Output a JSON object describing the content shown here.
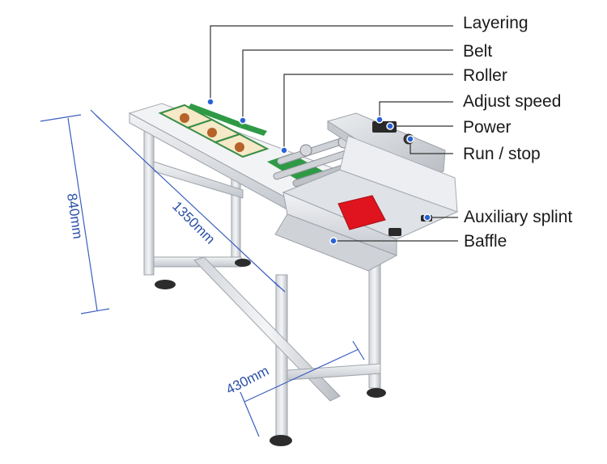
{
  "callouts": {
    "layering": "Layering",
    "belt": "Belt",
    "roller": "Roller",
    "adjust_speed": "Adjust speed",
    "power": "Power",
    "run_stop": "Run / stop",
    "auxiliary_splint": "Auxiliary splint",
    "baffle": "Baffle"
  },
  "dimensions": {
    "height": "840mm",
    "length": "1350mm",
    "width": "430mm"
  },
  "colors": {
    "dimension_line": "#3b5fc0",
    "callout_line": "#333333",
    "callout_dot": "#2a62d6",
    "steel_light": "#e9ebee",
    "steel_mid": "#c9cdd3",
    "steel_dark": "#9ea3aa",
    "red_block": "#e0141e",
    "green_belt": "#2f9a45"
  }
}
